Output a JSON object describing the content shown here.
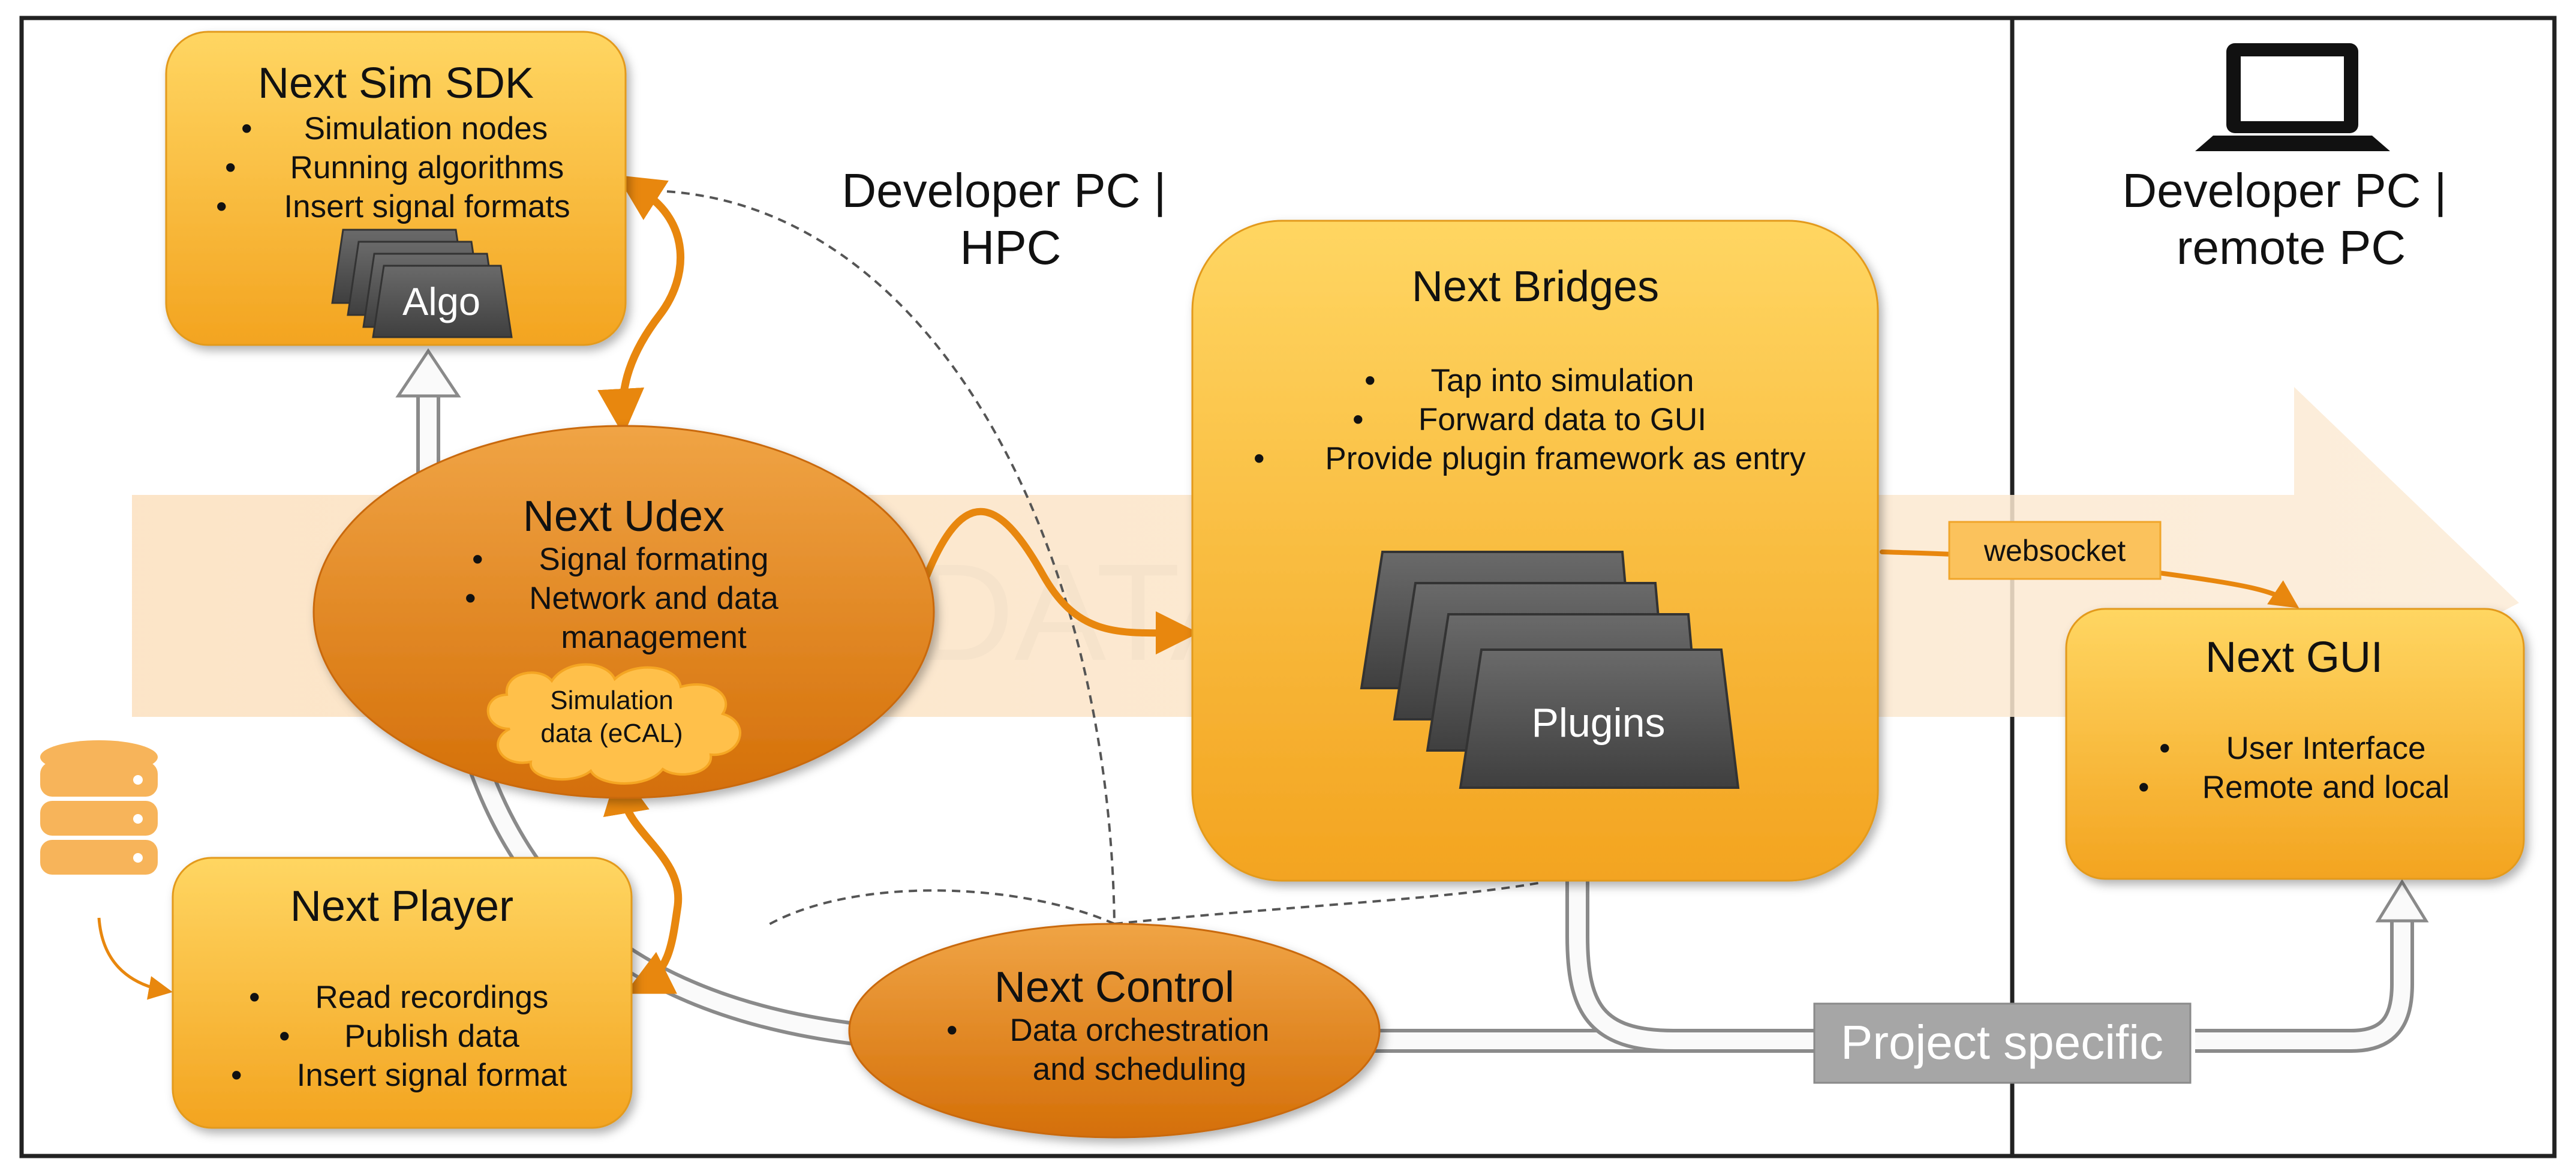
{
  "zones": {
    "left_label": [
      "Developer PC |",
      "HPC"
    ],
    "right_label": [
      "Developer PC |",
      "remote PC"
    ]
  },
  "data_arrow": {
    "label": "DATA"
  },
  "sim_sdk": {
    "title": "Next Sim SDK",
    "bullets": [
      "Simulation nodes",
      "Running algorithms",
      "Insert signal formats"
    ],
    "stack_label": "Algo"
  },
  "udex": {
    "title": "Next Udex",
    "bullets": [
      "Signal formating",
      "Network and data",
      "management"
    ],
    "cloud": [
      "Simulation",
      "data (eCAL)"
    ]
  },
  "player": {
    "title": "Next Player",
    "bullets": [
      "Read recordings",
      "Publish data",
      "Insert signal format"
    ]
  },
  "control": {
    "title": "Next Control",
    "bullets": [
      "Data orchestration",
      "and scheduling"
    ]
  },
  "bridges": {
    "title": "Next Bridges",
    "bullets": [
      "Tap into simulation",
      "Forward data to GUI",
      "Provide plugin framework as entry"
    ],
    "stack_label": "Plugins"
  },
  "gui": {
    "title": "Next GUI",
    "bullets": [
      "User Interface",
      "Remote and local"
    ]
  },
  "websocket": {
    "label": "websocket"
  },
  "project": {
    "label": "Project specific"
  },
  "icons": {
    "database": "database-icon",
    "laptop": "laptop-icon"
  },
  "colors": {
    "box_top": "#FFD25A",
    "box_bottom": "#F3A21C",
    "ellipse_top": "#F2A33E",
    "ellipse_bottom": "#D9740A",
    "arrow_orange": "#E8870E",
    "stack_dark": "#555555",
    "grey_box": "#A6A6A6",
    "data_band": "#FBE3C5"
  }
}
